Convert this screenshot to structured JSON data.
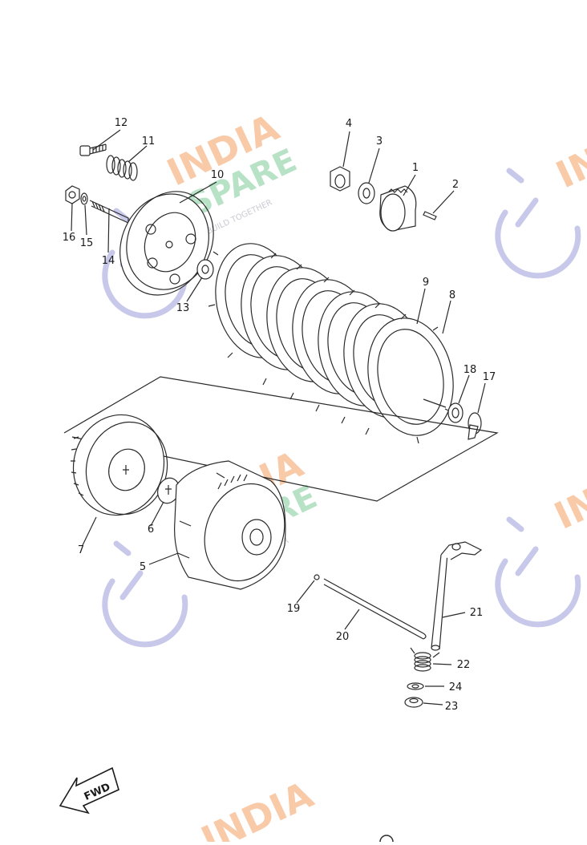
{
  "watermark": {
    "line1": "INDIA",
    "line2": "SPARE",
    "tagline": "BUILD TOGETHER",
    "colors": {
      "india": "#f7b98c",
      "spare": "#9fd9b4",
      "tagline": "#b9b9c4",
      "icon": "#c8c8ea"
    }
  },
  "callouts": {
    "c1": "1",
    "c2": "2",
    "c3": "3",
    "c4": "4",
    "c5": "5",
    "c6": "6",
    "c7": "7",
    "c8": "8",
    "c9": "9",
    "c10": "10",
    "c11": "11",
    "c12": "12",
    "c13": "13",
    "c14": "14",
    "c15": "15",
    "c16": "16",
    "c17": "17",
    "c18": "18",
    "c19": "19",
    "c20": "20",
    "c21": "21",
    "c22": "22",
    "c23": "23",
    "c24": "24"
  },
  "fwd_arrow": {
    "label": "FWD"
  },
  "colors": {
    "line": "#2a2a2a",
    "background": "#ffffff"
  }
}
